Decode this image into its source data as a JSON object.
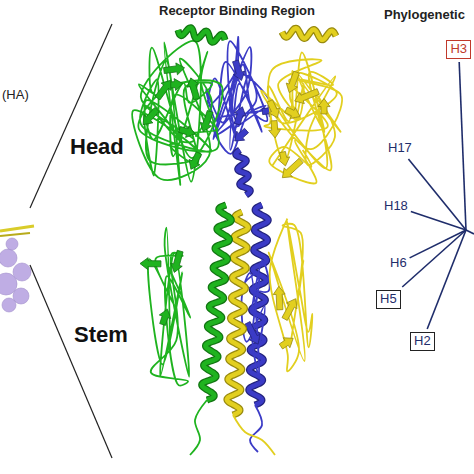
{
  "diagram": {
    "nodes": [
      {
        "text": [
          "H3"
        ]
      },
      {
        "text": [
          "H5"
        ]
      },
      {
        "text": [
          "H2"
        ]
      }
    ],
    "labels": [
      "(HA)",
      "Receptor Binding Region",
      "Head",
      "Stem",
      "Phylogenetic",
      "H17",
      "H18",
      "H6"
    ]
  }
}
